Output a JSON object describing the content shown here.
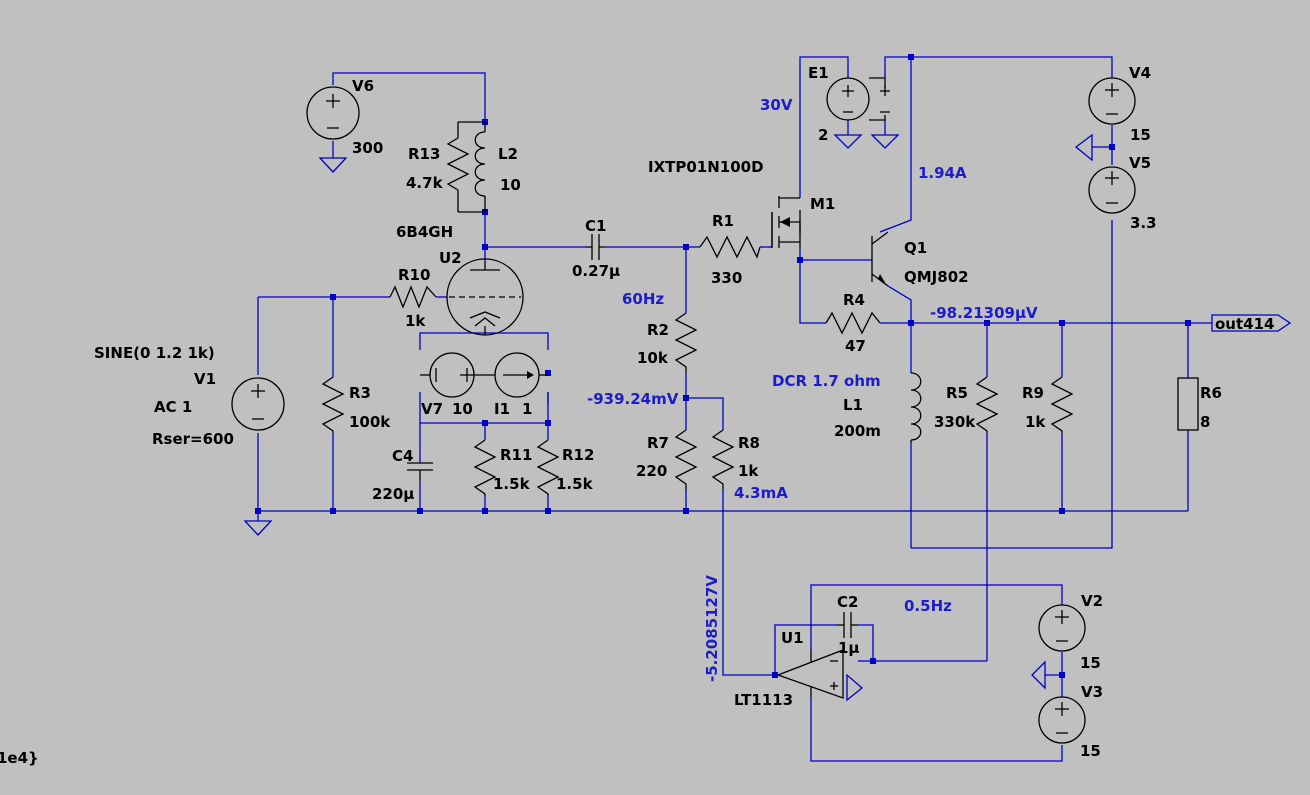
{
  "colors": {
    "background": "#c0c0c0",
    "wire": "#0000c8",
    "component": "#000000",
    "annotation": "#1c1cc8"
  },
  "labels": {
    "V6": {
      "name": "V6",
      "value": "300"
    },
    "R13": {
      "name": "R13",
      "value": "4.7k"
    },
    "L2": {
      "name": "L2",
      "value": "10"
    },
    "U2": {
      "name": "U2",
      "model": "6B4GH"
    },
    "R10": {
      "name": "R10",
      "value": "1k"
    },
    "C1": {
      "name": "C1",
      "value": "0.27μ"
    },
    "R1": {
      "name": "R1",
      "value": "330"
    },
    "M1": {
      "name": "M1",
      "model": "IXTP01N100D"
    },
    "E1": {
      "name": "E1",
      "value": "2"
    },
    "Q1": {
      "name": "Q1",
      "model": "QMJ802"
    },
    "V4": {
      "name": "V4",
      "value": "15"
    },
    "V5": {
      "name": "V5",
      "value": "3.3"
    },
    "R4": {
      "name": "R4",
      "value": "47"
    },
    "R2": {
      "name": "R2",
      "value": "10k"
    },
    "R7": {
      "name": "R7",
      "value": "220"
    },
    "R8": {
      "name": "R8",
      "value": "1k"
    },
    "L1": {
      "name": "L1",
      "value": "200m"
    },
    "R5": {
      "name": "R5",
      "value": "330k"
    },
    "R9": {
      "name": "R9",
      "value": "1k"
    },
    "R6": {
      "name": "R6",
      "value": "8"
    },
    "V1": {
      "name": "V1",
      "line1": "SINE(0 1.2 1k)",
      "line2": "AC 1",
      "line3": "Rser=600"
    },
    "R3": {
      "name": "R3",
      "value": "100k"
    },
    "V7": {
      "name": "V7",
      "value": "10"
    },
    "I1": {
      "name": "I1",
      "value": "1"
    },
    "C4": {
      "name": "C4",
      "value": "220μ"
    },
    "R11": {
      "name": "R11",
      "value": "1.5k"
    },
    "R12": {
      "name": "R12",
      "value": "1.5k"
    },
    "C2": {
      "name": "C2",
      "value": "1μ"
    },
    "U1": {
      "name": "U1",
      "model": "LT1113"
    },
    "V2": {
      "name": "V2",
      "value": "15"
    },
    "V3": {
      "name": "V3",
      "value": "15"
    }
  },
  "annotations": {
    "v30": "30V",
    "i194": "1.94A",
    "hz60": "60Hz",
    "mv939": "-939.24mV",
    "uv98": "-98.21309μV",
    "dcr": "DCR 1.7 ohm",
    "ma43": "4.3mA",
    "hz05": "0.5Hz",
    "v52": "-5.2085127V"
  },
  "port": {
    "label": "out414"
  },
  "directive": "1e4}"
}
